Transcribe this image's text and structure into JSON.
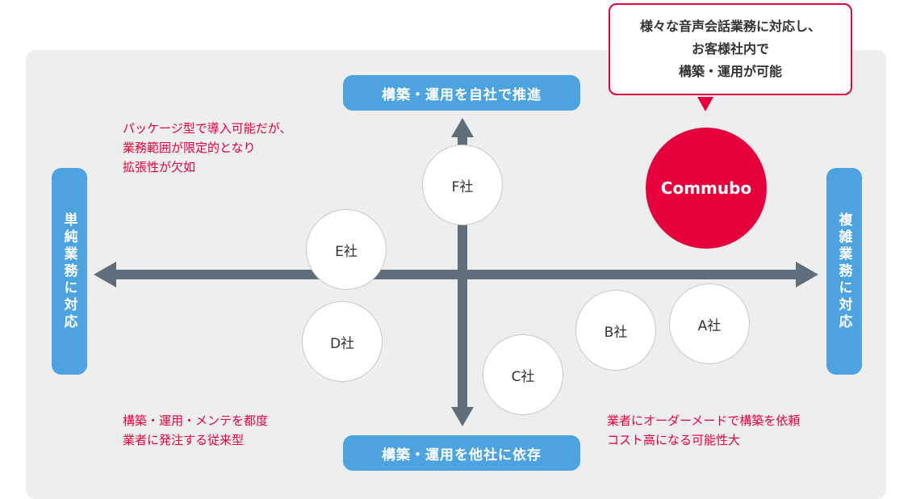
{
  "axis_labels": {
    "top": "構築・運用を自社で推進",
    "bottom": "構築・運用を他社に依存",
    "left": "単純業務に対応",
    "right": "複雑業務に対応"
  },
  "companies": {
    "a": "A社",
    "b": "B社",
    "c": "C社",
    "d": "D社",
    "e": "E社",
    "f": "F社"
  },
  "commubo": "Commubo",
  "callout": {
    "lines": [
      "様々な音声会話業務に対応し、",
      "お客様社内で",
      "構築・運用が可能"
    ]
  },
  "notes": {
    "top_left": [
      "パッケージ型で導入可能だが、",
      "業務範囲が限定的となり",
      "拡張性が欠如"
    ],
    "bottom_left": [
      "構築・運用・メンテを都度",
      "業者に発注する従来型"
    ],
    "bottom_right": [
      "業者にオーダーメードで構築を依頼",
      "コスト高になる可能性大"
    ]
  },
  "colors": {
    "accent_red": "#e5003c",
    "pill_blue": "#4ca3e0",
    "axis_gray": "#5f6e7a",
    "panel_gray": "#eeeeee"
  }
}
